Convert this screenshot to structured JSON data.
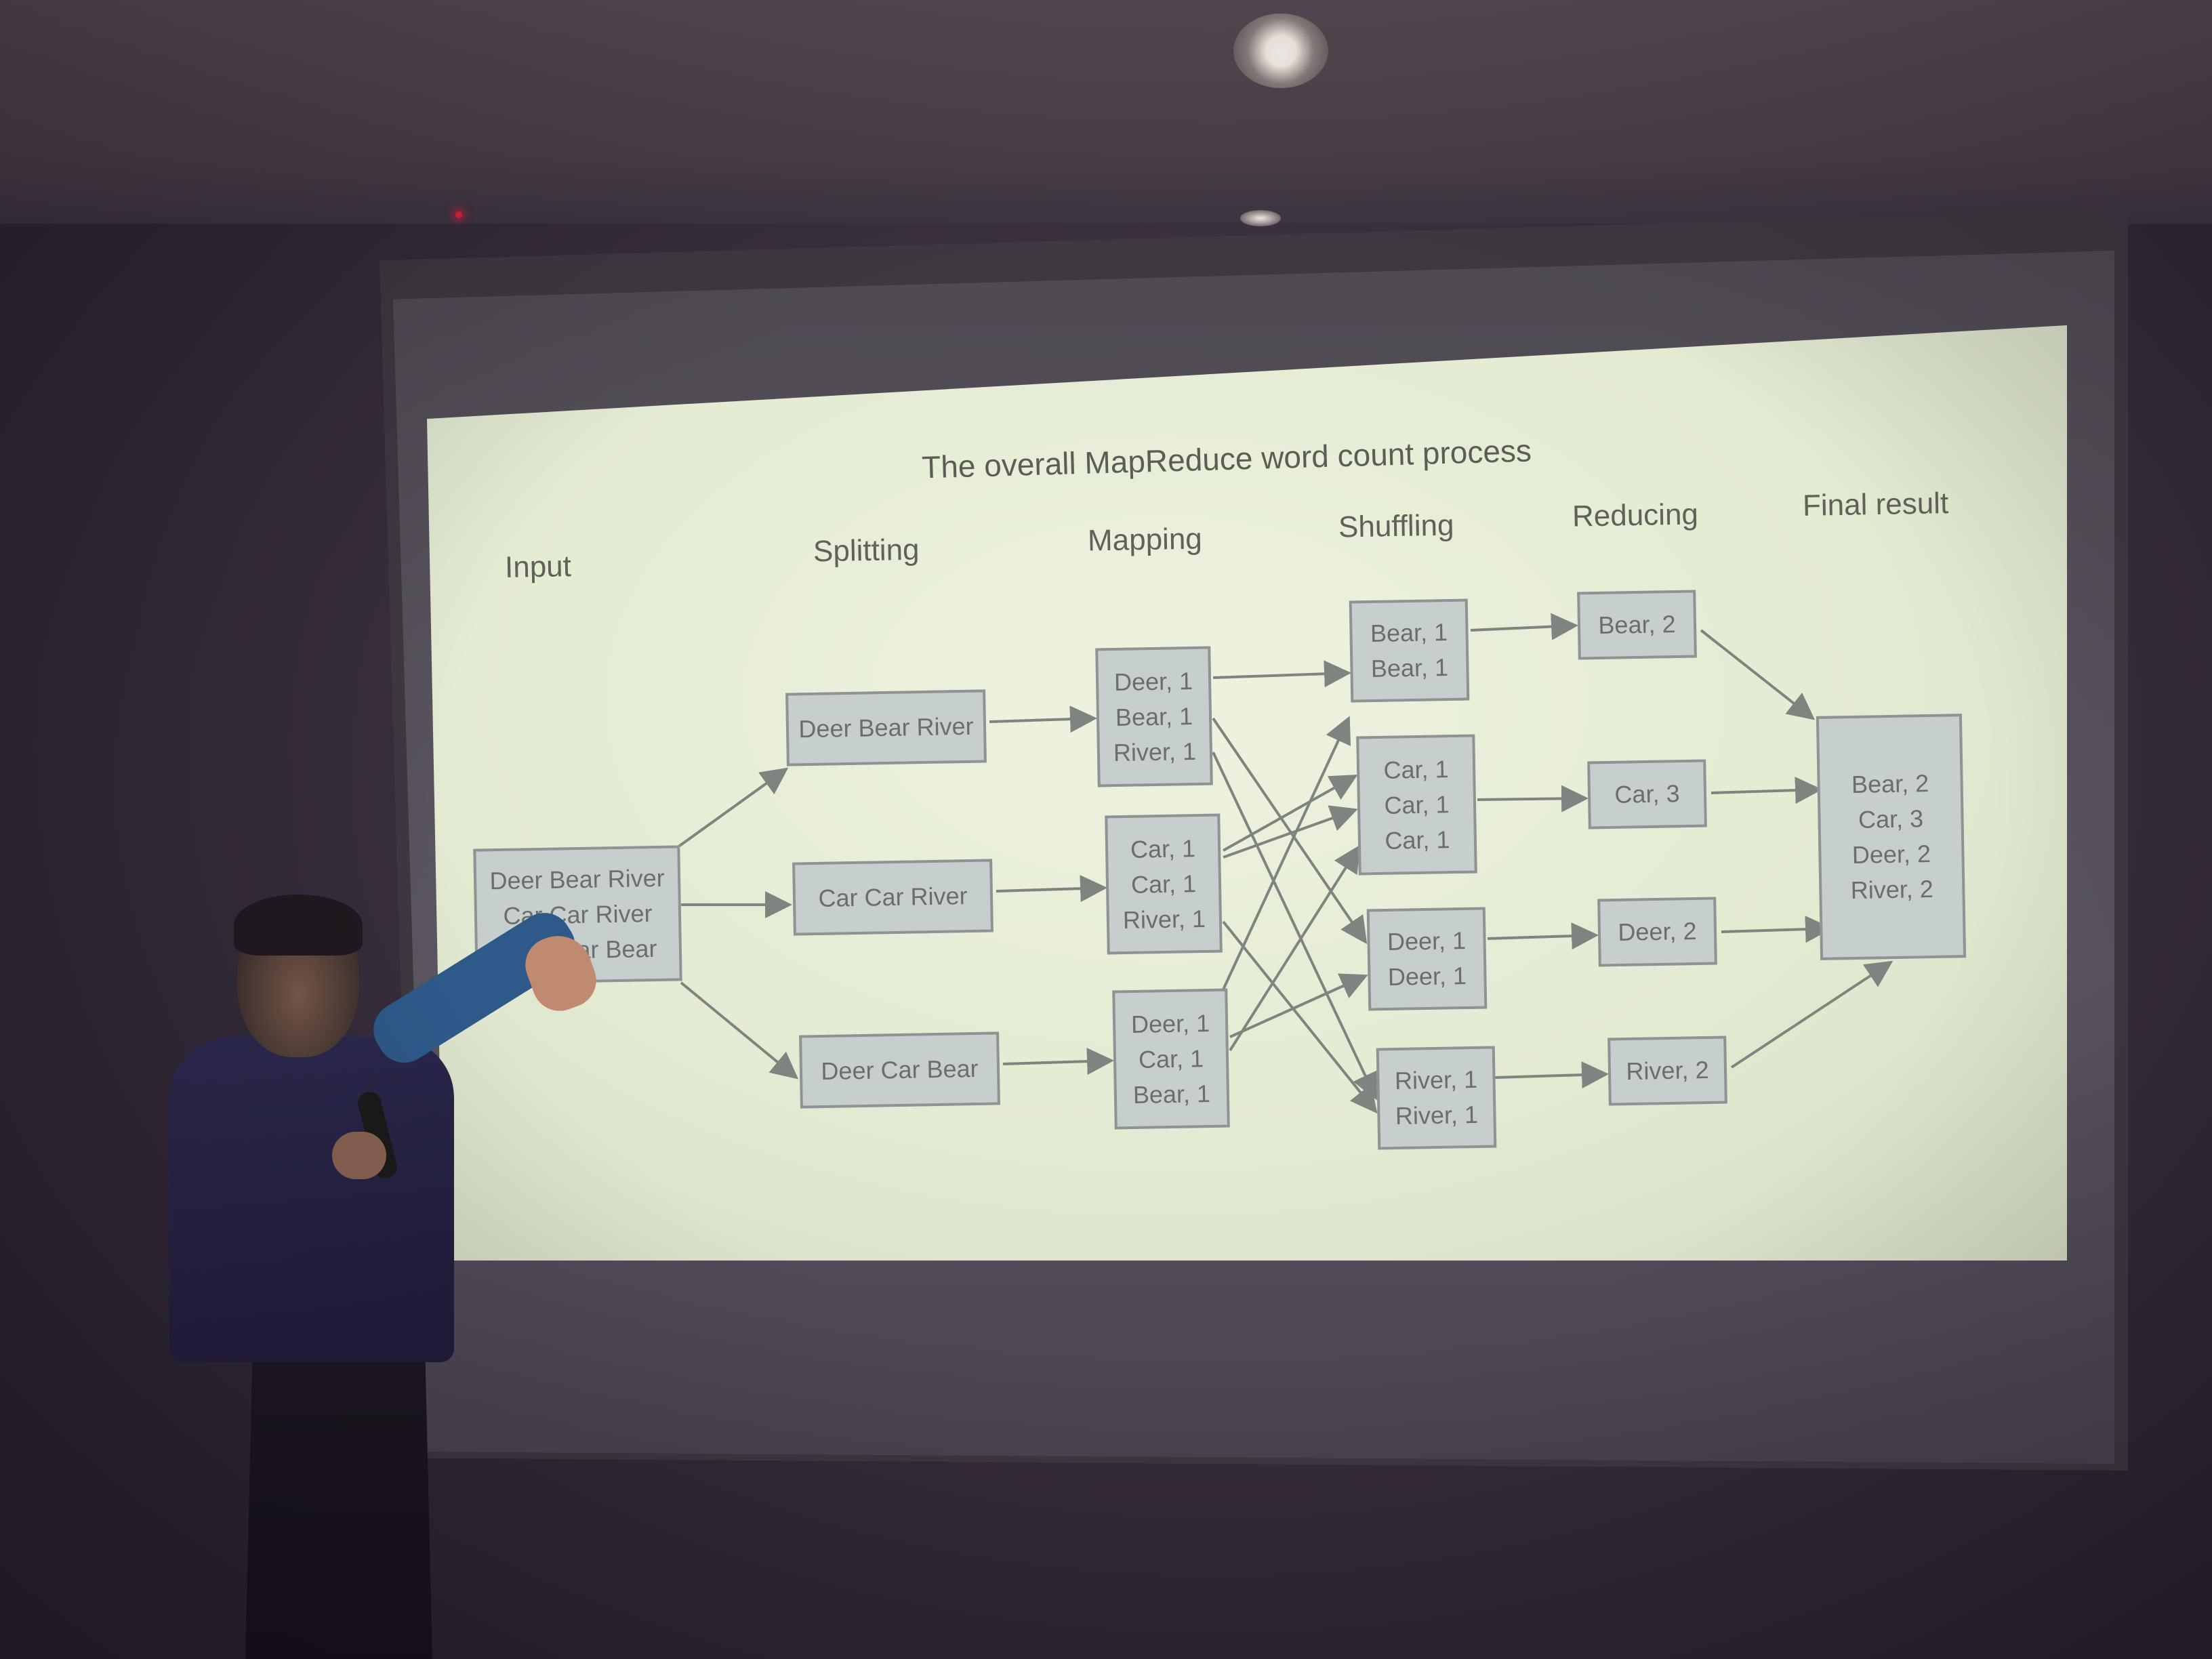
{
  "slide": {
    "title": "The overall MapReduce word count process",
    "headers": {
      "input": "Input",
      "splitting": "Splitting",
      "mapping": "Mapping",
      "shuffling": "Shuffling",
      "reducing": "Reducing",
      "final": "Final result"
    },
    "input_box": [
      "Deer Bear River",
      "Car Car River",
      "Deer Car Bear"
    ],
    "splits": [
      "Deer Bear River",
      "Car Car River",
      "Deer Car Bear"
    ],
    "maps": [
      [
        "Deer, 1",
        "Bear, 1",
        "River, 1"
      ],
      [
        "Car, 1",
        "Car, 1",
        "River, 1"
      ],
      [
        "Deer, 1",
        "Car, 1",
        "Bear, 1"
      ]
    ],
    "shuffles": [
      [
        "Bear, 1",
        "Bear, 1"
      ],
      [
        "Car, 1",
        "Car, 1",
        "Car, 1"
      ],
      [
        "Deer, 1",
        "Deer, 1"
      ],
      [
        "River, 1",
        "River, 1"
      ]
    ],
    "reduces": [
      "Bear, 2",
      "Car, 3",
      "Deer, 2",
      "River, 2"
    ],
    "final_box": [
      "Bear, 2",
      "Car, 3",
      "Deer, 2",
      "River, 2"
    ]
  },
  "colors": {
    "slide_background": "#e6eed6",
    "box_fill": "#c7cfce",
    "box_border": "#8e9494",
    "arrow": "#7e8480",
    "presenter_shirt": "#2e5a8a"
  }
}
